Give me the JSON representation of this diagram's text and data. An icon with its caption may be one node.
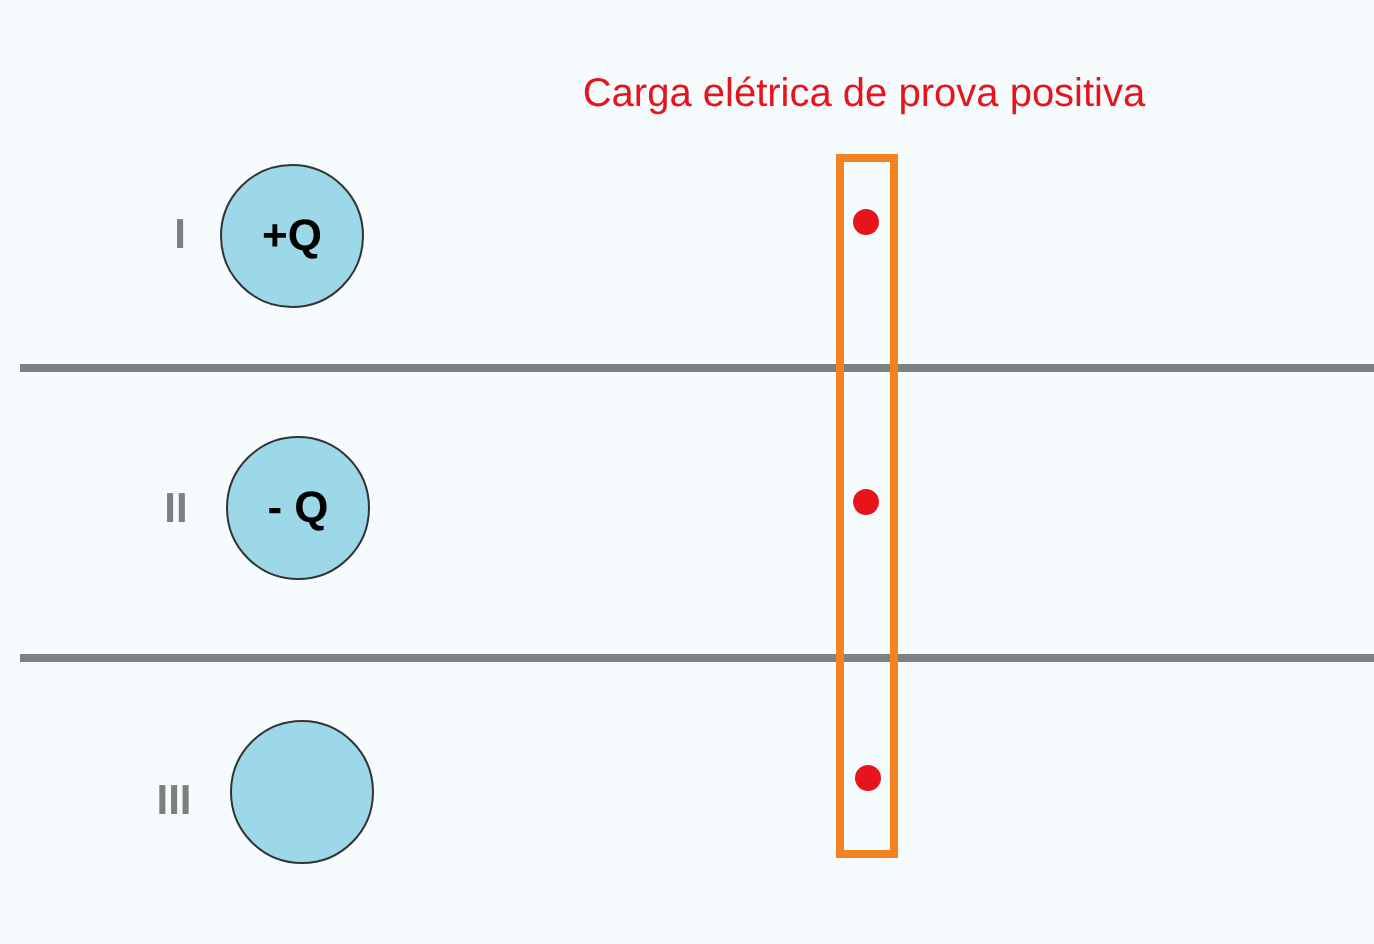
{
  "diagram": {
    "nodes": [
      {
        "text": [
          "+Q"
        ]
      },
      {
        "text": [
          "- Q"
        ]
      },
      {
        "text": [],
        "shape": "circle"
      }
    ],
    "labels": [
      "Carga elétrica de prova positiva",
      "I",
      "II",
      "III"
    ]
  }
}
